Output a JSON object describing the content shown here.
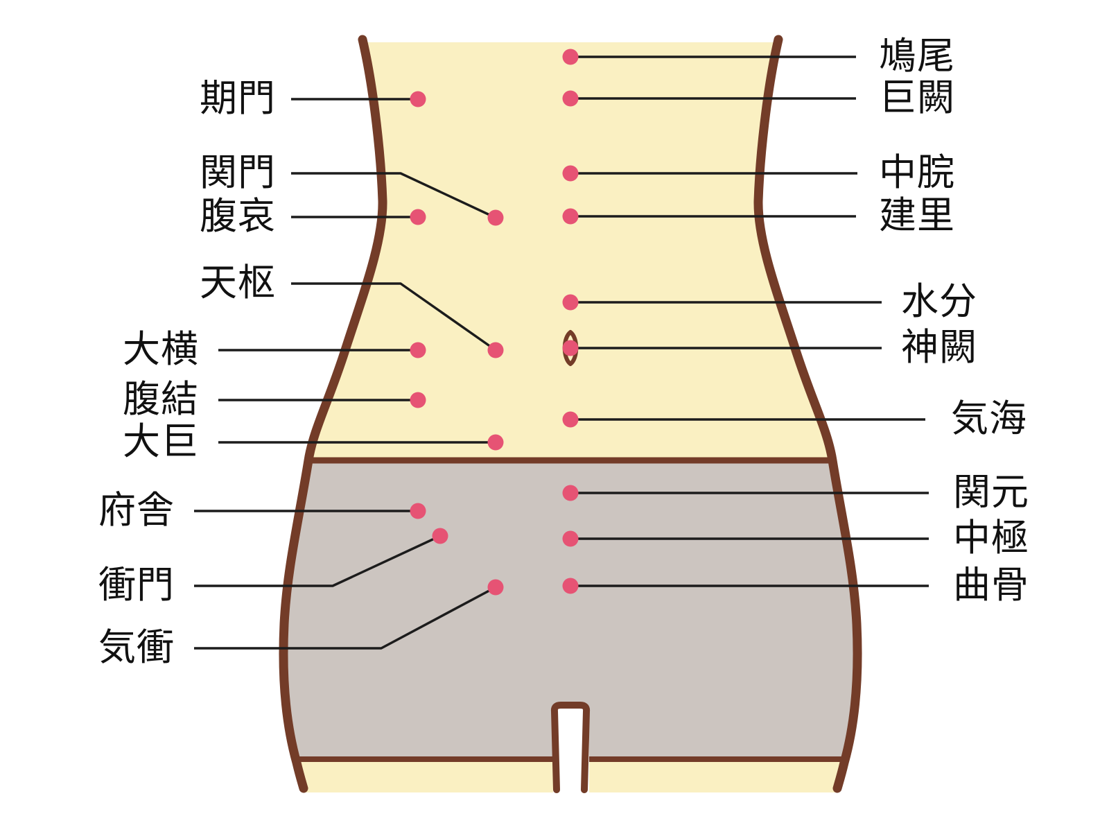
{
  "diagram": {
    "colors": {
      "skin": "#FAF0C2",
      "shorts": "#CCC5C0",
      "outline": "#733C28",
      "dot": "#E65374",
      "label_line": "#1C1C1C",
      "text": "#111111"
    },
    "left_labels": [
      "期門",
      "関門",
      "腹哀",
      "天枢",
      "大横",
      "腹結",
      "大巨",
      "府舎",
      "衝門",
      "気衝"
    ],
    "right_labels": [
      "鳩尾",
      "巨闕",
      "中脘",
      "建里",
      "水分",
      "神闕",
      "気海",
      "関元",
      "中極",
      "曲骨"
    ]
  }
}
